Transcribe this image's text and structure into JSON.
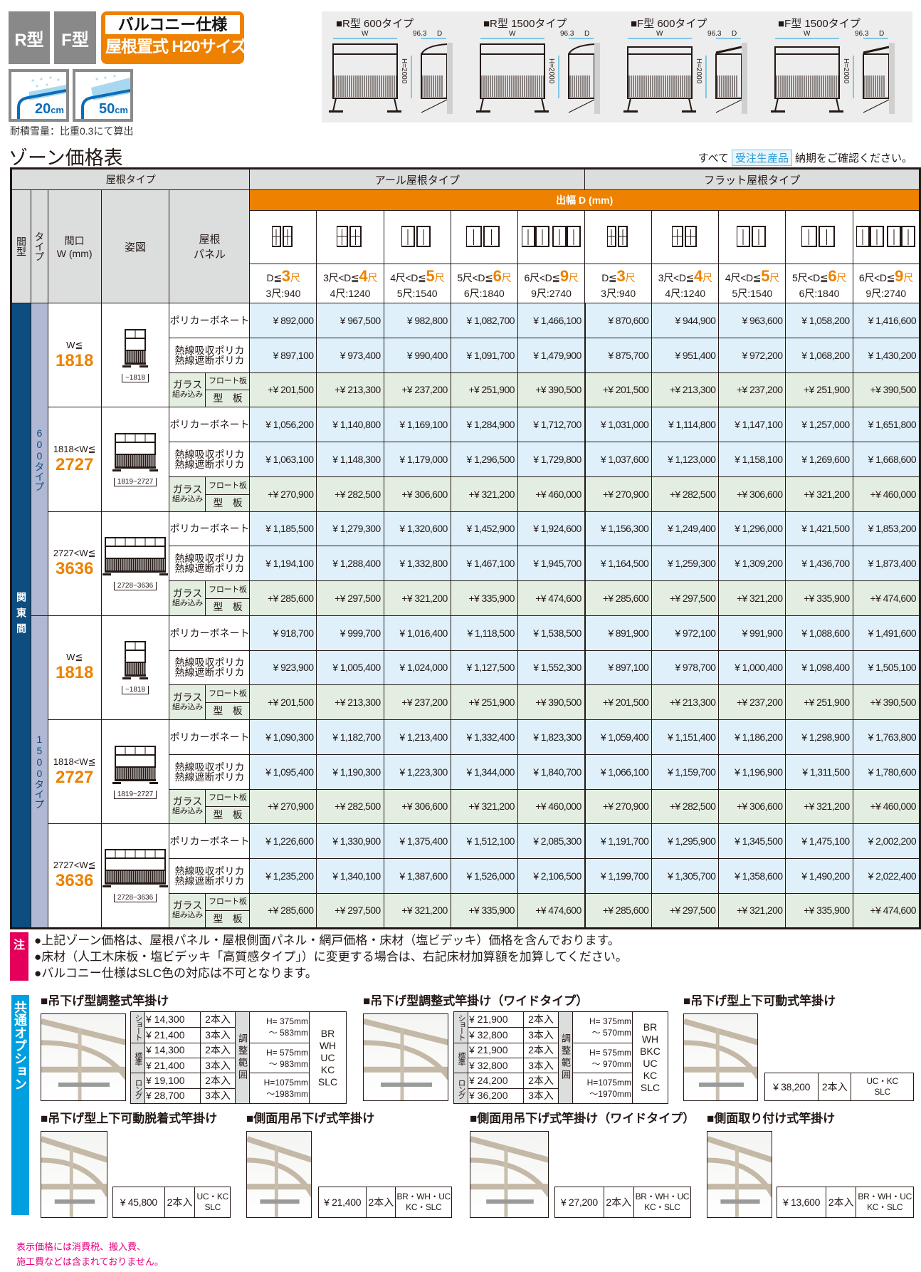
{
  "badges": {
    "r": "R型",
    "f": "F型",
    "spec_line1": "バルコニー仕様",
    "spec_line2": "屋根置式 H20サイズ"
  },
  "snow": [
    {
      "value": "20",
      "unit": "cm"
    },
    {
      "value": "50",
      "unit": "cm"
    }
  ],
  "snow_caption": "耐積雪量：比重0.3にて算出",
  "page_title": "ゾーン価格表",
  "diagrams": {
    "w": "W",
    "offset": "96.3",
    "d": "D",
    "h": "H=2000",
    "items": [
      {
        "label": "■R型 600タイプ"
      },
      {
        "label": "■R型 1500タイプ"
      },
      {
        "label": "■F型 600タイプ"
      },
      {
        "label": "■F型 1500タイプ"
      }
    ]
  },
  "notice": {
    "pre": "すべて",
    "tag": "受注生産品",
    "post": "納期をご確認ください。"
  },
  "colors": {
    "accent": "#ee8100",
    "zone": "#0d4d80",
    "price_bg": "#dff0fa",
    "glass_bg": "#e3eee0",
    "note": "#e4005a",
    "option": "#00a0e0"
  },
  "table": {
    "header": {
      "roof_type": "屋根タイプ",
      "r_roof": "アール屋根タイプ",
      "f_roof": "フラット屋根タイプ",
      "depth": "出幅 D (mm)",
      "col_ma": "間型",
      "col_type": "タイプ",
      "col_width1": "間口",
      "col_width2": "W (mm)",
      "col_figure": "姿図",
      "col_panel1": "屋根",
      "col_panel2": "パネル"
    },
    "depth_cols": [
      {
        "pre": "D≦",
        "num": "3",
        "unit": "尺",
        "sub": "3尺:940",
        "icon": "window-icon"
      },
      {
        "pre": "3尺<D≦",
        "num": "4",
        "unit": "尺",
        "sub": "4尺:1240",
        "icon": "window-icon"
      },
      {
        "pre": "4尺<D≦",
        "num": "5",
        "unit": "尺",
        "sub": "5尺:1540",
        "icon": "window-icon"
      },
      {
        "pre": "5尺<D≦",
        "num": "6",
        "unit": "尺",
        "sub": "6尺:1840",
        "icon": "window-icon"
      },
      {
        "pre": "6尺<D≦",
        "num": "9",
        "unit": "尺",
        "sub": "9尺:2740",
        "icon": "window-icon"
      },
      {
        "pre": "D≦",
        "num": "3",
        "unit": "尺",
        "sub": "3尺:940",
        "icon": "window-icon"
      },
      {
        "pre": "3尺<D≦",
        "num": "4",
        "unit": "尺",
        "sub": "4尺:1240",
        "icon": "window-icon"
      },
      {
        "pre": "4尺<D≦",
        "num": "5",
        "unit": "尺",
        "sub": "5尺:1540",
        "icon": "window-icon"
      },
      {
        "pre": "5尺<D≦",
        "num": "6",
        "unit": "尺",
        "sub": "6尺:1840",
        "icon": "window-icon"
      },
      {
        "pre": "6尺<D≦",
        "num": "9",
        "unit": "尺",
        "sub": "9尺:2740",
        "icon": "window-icon"
      }
    ],
    "zone": "関東間",
    "panels": {
      "poly": "ポリカーボネート",
      "heat1": "熱線吸収ポリカ",
      "heat2": "熱線遮断ポリカ",
      "glass1": "ガラス",
      "glass2": "組み込み",
      "float": "フロート板",
      "pattern": "型　板"
    },
    "types": [
      {
        "label": "600タイプ",
        "widths": [
          {
            "pre": "W≦",
            "num": "1818",
            "dim": "~1818",
            "rows": [
              [
                "¥ 892,000",
                "¥ 967,500",
                "¥ 982,800",
                "¥ 1,082,700",
                "¥ 1,466,100",
                "¥ 870,600",
                "¥ 944,900",
                "¥ 963,600",
                "¥ 1,058,200",
                "¥ 1,416,600"
              ],
              [
                "¥ 897,100",
                "¥ 973,400",
                "¥ 990,400",
                "¥ 1,091,700",
                "¥ 1,479,900",
                "¥ 875,700",
                "¥ 951,400",
                "¥ 972,200",
                "¥ 1,068,200",
                "¥ 1,430,200"
              ],
              [
                "+¥ 201,500",
                "+¥ 213,300",
                "+¥ 237,200",
                "+¥ 251,900",
                "+¥ 390,500",
                "+¥ 201,500",
                "+¥ 213,300",
                "+¥ 237,200",
                "+¥ 251,900",
                "+¥ 390,500"
              ]
            ]
          },
          {
            "pre": "1818<W≦",
            "num": "2727",
            "dim": "1819~2727",
            "rows": [
              [
                "¥ 1,056,200",
                "¥ 1,140,800",
                "¥ 1,169,100",
                "¥ 1,284,900",
                "¥ 1,712,700",
                "¥ 1,031,000",
                "¥ 1,114,800",
                "¥ 1,147,100",
                "¥ 1,257,000",
                "¥ 1,651,800"
              ],
              [
                "¥ 1,063,100",
                "¥ 1,148,300",
                "¥ 1,179,000",
                "¥ 1,296,500",
                "¥ 1,729,800",
                "¥ 1,037,600",
                "¥ 1,123,000",
                "¥ 1,158,100",
                "¥ 1,269,600",
                "¥ 1,668,600"
              ],
              [
                "+¥ 270,900",
                "+¥ 282,500",
                "+¥ 306,600",
                "+¥ 321,200",
                "+¥ 460,000",
                "+¥ 270,900",
                "+¥ 282,500",
                "+¥ 306,600",
                "+¥ 321,200",
                "+¥ 460,000"
              ]
            ]
          },
          {
            "pre": "2727<W≦",
            "num": "3636",
            "dim": "2728~3636",
            "rows": [
              [
                "¥ 1,185,500",
                "¥ 1,279,300",
                "¥ 1,320,600",
                "¥ 1,452,900",
                "¥ 1,924,600",
                "¥ 1,156,300",
                "¥ 1,249,400",
                "¥ 1,296,000",
                "¥ 1,421,500",
                "¥ 1,853,200"
              ],
              [
                "¥ 1,194,100",
                "¥ 1,288,400",
                "¥ 1,332,800",
                "¥ 1,467,100",
                "¥ 1,945,700",
                "¥ 1,164,500",
                "¥ 1,259,300",
                "¥ 1,309,200",
                "¥ 1,436,700",
                "¥ 1,873,400"
              ],
              [
                "+¥ 285,600",
                "+¥ 297,500",
                "+¥ 321,200",
                "+¥ 335,900",
                "+¥ 474,600",
                "+¥ 285,600",
                "+¥ 297,500",
                "+¥ 321,200",
                "+¥ 335,900",
                "+¥ 474,600"
              ]
            ]
          }
        ]
      },
      {
        "label": "1500タイプ",
        "widths": [
          {
            "pre": "W≦",
            "num": "1818",
            "dim": "~1818",
            "rows": [
              [
                "¥ 918,700",
                "¥ 999,700",
                "¥ 1,016,400",
                "¥ 1,118,500",
                "¥ 1,538,500",
                "¥ 891,900",
                "¥ 972,100",
                "¥ 991,900",
                "¥ 1,088,600",
                "¥ 1,491,600"
              ],
              [
                "¥ 923,900",
                "¥ 1,005,400",
                "¥ 1,024,000",
                "¥ 1,127,500",
                "¥ 1,552,300",
                "¥ 897,100",
                "¥ 978,700",
                "¥ 1,000,400",
                "¥ 1,098,400",
                "¥ 1,505,100"
              ],
              [
                "+¥ 201,500",
                "+¥ 213,300",
                "+¥ 237,200",
                "+¥ 251,900",
                "+¥ 390,500",
                "+¥ 201,500",
                "+¥ 213,300",
                "+¥ 237,200",
                "+¥ 251,900",
                "+¥ 390,500"
              ]
            ]
          },
          {
            "pre": "1818<W≦",
            "num": "2727",
            "dim": "1819~2727",
            "rows": [
              [
                "¥ 1,090,300",
                "¥ 1,182,700",
                "¥ 1,213,400",
                "¥ 1,332,400",
                "¥ 1,823,300",
                "¥ 1,059,400",
                "¥ 1,151,400",
                "¥ 1,186,200",
                "¥ 1,298,900",
                "¥ 1,763,800"
              ],
              [
                "¥ 1,095,400",
                "¥ 1,190,300",
                "¥ 1,223,300",
                "¥ 1,344,000",
                "¥ 1,840,700",
                "¥ 1,066,100",
                "¥ 1,159,700",
                "¥ 1,196,900",
                "¥ 1,311,500",
                "¥ 1,780,600"
              ],
              [
                "+¥ 270,900",
                "+¥ 282,500",
                "+¥ 306,600",
                "+¥ 321,200",
                "+¥ 460,000",
                "+¥ 270,900",
                "+¥ 282,500",
                "+¥ 306,600",
                "+¥ 321,200",
                "+¥ 460,000"
              ]
            ]
          },
          {
            "pre": "2727<W≦",
            "num": "3636",
            "dim": "2728~3636",
            "rows": [
              [
                "¥ 1,226,600",
                "¥ 1,330,900",
                "¥ 1,375,400",
                "¥ 1,512,100",
                "¥ 2,085,300",
                "¥ 1,191,700",
                "¥ 1,295,900",
                "¥ 1,345,500",
                "¥ 1,475,100",
                "¥ 2,002,200"
              ],
              [
                "¥ 1,235,200",
                "¥ 1,340,100",
                "¥ 1,387,600",
                "¥ 1,526,000",
                "¥ 2,106,500",
                "¥ 1,199,700",
                "¥ 1,305,700",
                "¥ 1,358,600",
                "¥ 1,490,200",
                "¥ 2,022,400"
              ],
              [
                "+¥ 285,600",
                "+¥ 297,500",
                "+¥ 321,200",
                "+¥ 335,900",
                "+¥ 474,600",
                "+¥ 285,600",
                "+¥ 297,500",
                "+¥ 321,200",
                "+¥ 335,900",
                "+¥ 474,600"
              ]
            ]
          }
        ]
      }
    ]
  },
  "notes": {
    "label": "注",
    "lines": [
      "●上記ゾーン価格は、屋根パネル・屋根側面パネル・網戸価格・床材（塩ビデッキ）価格を含んでおります。",
      "●床材（人工木床板・塩ビデッキ「高質感タイプ」）に変更する場合は、右記床材加算額を加算してください。",
      "●バルコニー仕様はSLC色の対応は不可となります。"
    ]
  },
  "options": {
    "label": "共通オプション",
    "range_label": "調整範囲",
    "multi": [
      {
        "title": "■吊下げ型調整式竿掛け",
        "colors": [
          "BR",
          "WH",
          "UC",
          "KC",
          "SLC"
        ],
        "groups": [
          {
            "label": "ショート",
            "range1": "H=  375mm",
            "range2": "～ 583mm",
            "rows": [
              [
                "¥  14,300",
                "2本入"
              ],
              [
                "¥  21,400",
                "3本入"
              ]
            ]
          },
          {
            "label": "標準",
            "range1": "H=  575mm",
            "range2": "～ 983mm",
            "rows": [
              [
                "¥  14,300",
                "2本入"
              ],
              [
                "¥  21,400",
                "3本入"
              ]
            ]
          },
          {
            "label": "ロング",
            "range1": "H=1075mm",
            "range2": "～1983mm",
            "rows": [
              [
                "¥  19,100",
                "2本入"
              ],
              [
                "¥  28,700",
                "3本入"
              ]
            ]
          }
        ]
      },
      {
        "title": "■吊下げ型調整式竿掛け（ワイドタイプ）",
        "colors": [
          "BR",
          "WH",
          "BKC",
          "UC",
          "KC",
          "SLC"
        ],
        "groups": [
          {
            "label": "ショート",
            "range1": "H=  375mm",
            "range2": "～ 570mm",
            "rows": [
              [
                "¥  21,900",
                "2本入"
              ],
              [
                "¥  32,800",
                "3本入"
              ]
            ]
          },
          {
            "label": "標準",
            "range1": "H=  575mm",
            "range2": "～ 970mm",
            "rows": [
              [
                "¥  21,900",
                "2本入"
              ],
              [
                "¥  32,800",
                "3本入"
              ]
            ]
          },
          {
            "label": "ロング",
            "range1": "H=1075mm",
            "range2": "～1970mm",
            "rows": [
              [
                "¥  24,200",
                "2本入"
              ],
              [
                "¥  36,200",
                "3本入"
              ]
            ]
          }
        ]
      }
    ],
    "single": [
      {
        "title": "■吊下げ型上下可動式竿掛け",
        "price": "¥  38,200",
        "qty": "2本入",
        "colors1": "UC・KC",
        "colors2": "SLC"
      },
      {
        "title": "■吊下げ型上下可動脱着式竿掛け",
        "price": "¥ 45,800",
        "qty": "2本入",
        "colors1": "UC・KC",
        "colors2": "SLC"
      },
      {
        "title": "■側面用吊下げ式竿掛け",
        "price": "¥ 21,400",
        "qty": "2本入",
        "colors1": "BR・WH・UC",
        "colors2": "KC・SLC"
      },
      {
        "title": "■側面用吊下げ式竿掛け（ワイドタイプ）",
        "price": "¥ 27,200",
        "qty": "2本入",
        "colors1": "BR・WH・UC",
        "colors2": "KC・SLC"
      },
      {
        "title": "■側面取り付け式竿掛け",
        "price": "¥ 13,600",
        "qty": "2本入",
        "colors1": "BR・WH・UC",
        "colors2": "KC・SLC"
      }
    ]
  },
  "footer": [
    "表示価格には消費税、搬入費、",
    "施工費などは含まれておりません。"
  ]
}
